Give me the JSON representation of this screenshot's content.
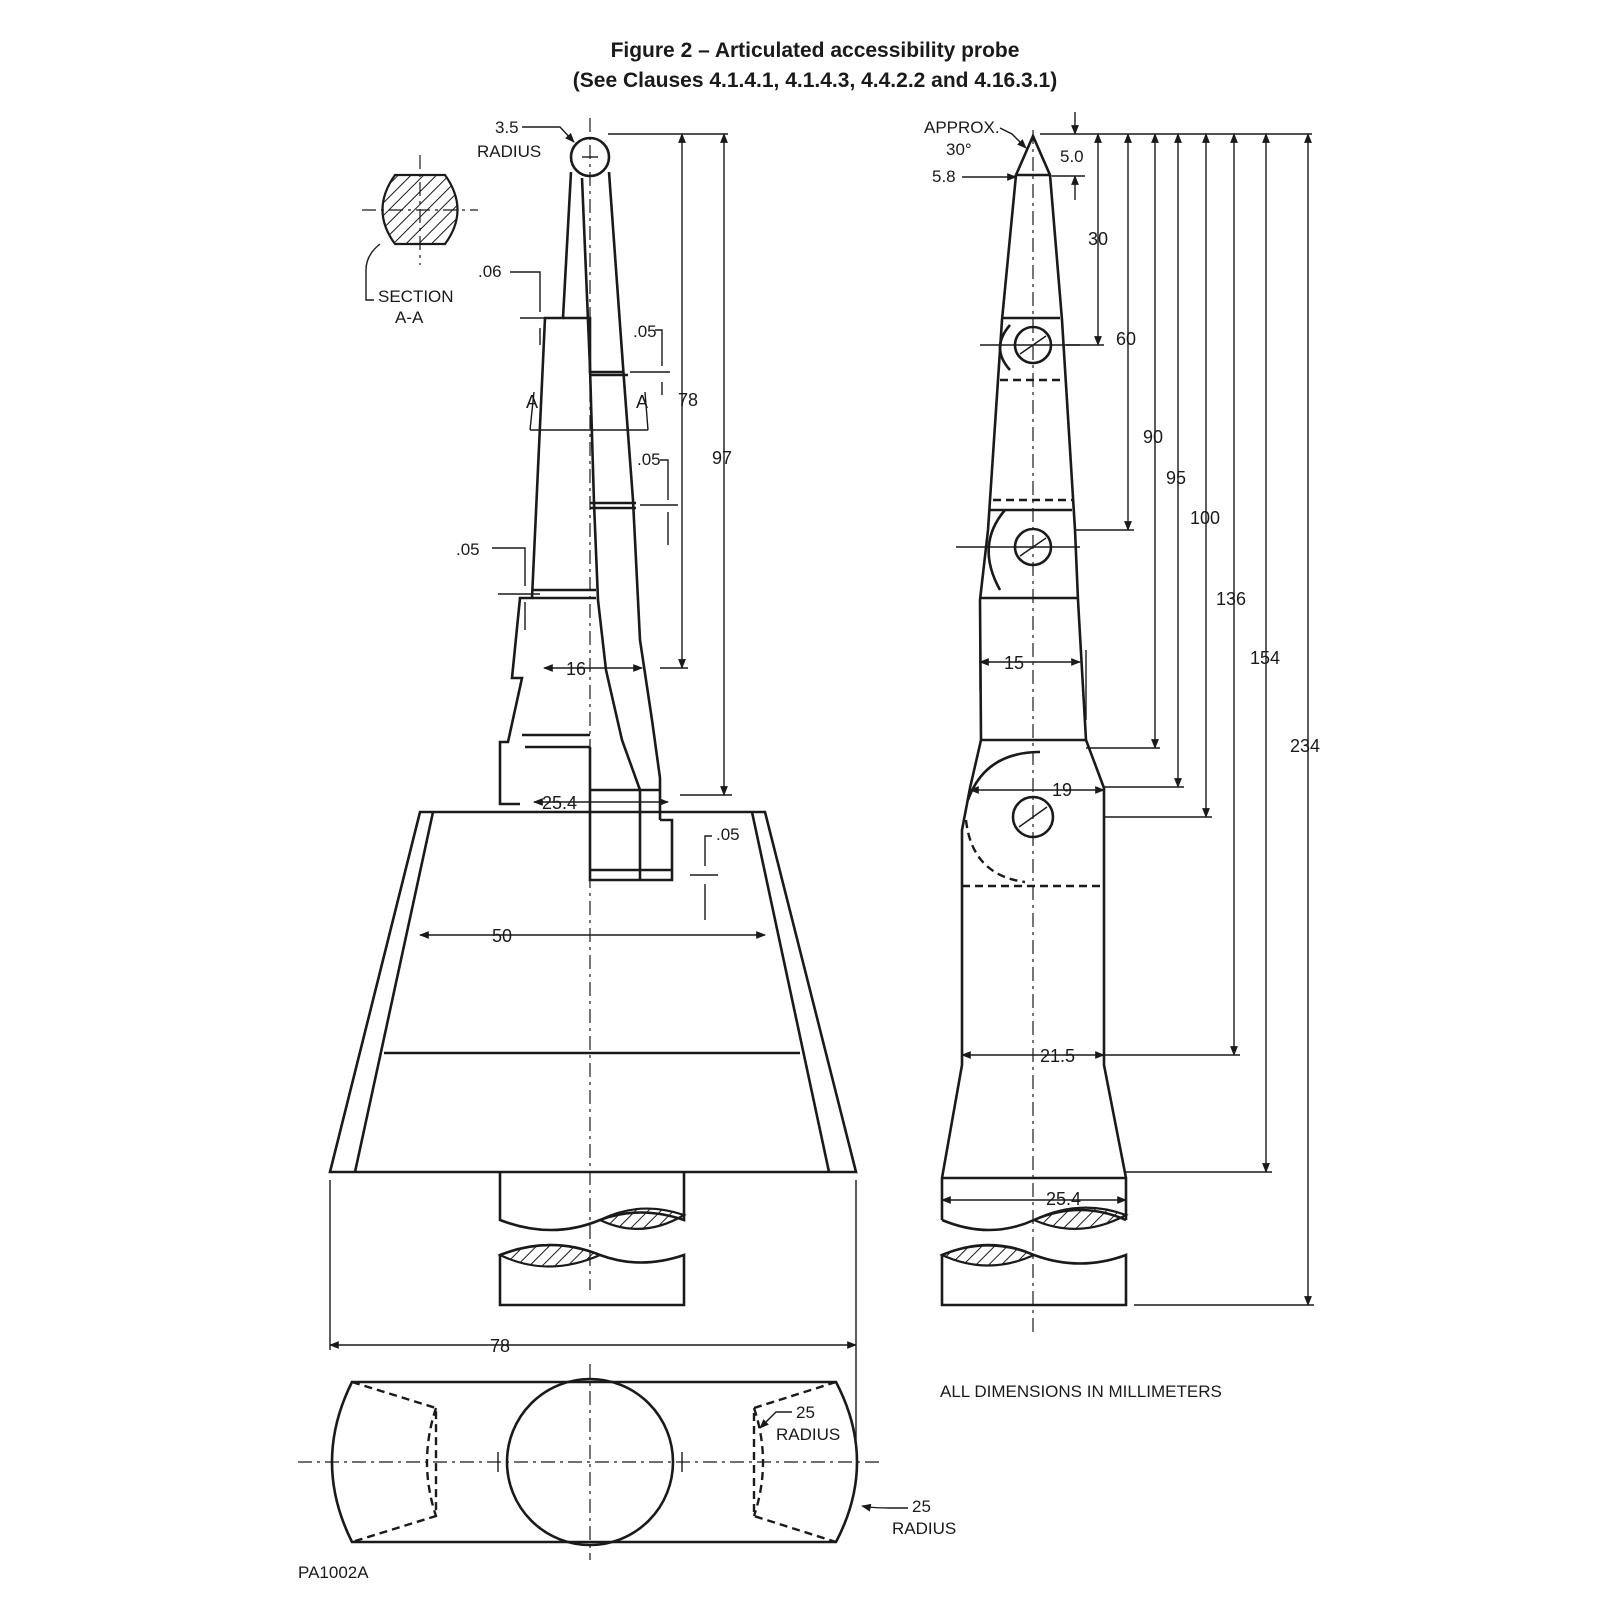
{
  "title": {
    "line1": "Figure 2 – Articulated accessibility probe",
    "line2": "(See Clauses 4.1.4.1, 4.1.4.3, 4.4.2.2 and 4.16.3.1)"
  },
  "front_view": {
    "tip_radius": "3.5",
    "tip_radius_word": "RADIUS",
    "section_label": "SECTION",
    "section_label2": "A-A",
    "section_mark_left": "A",
    "section_mark_right": "A",
    "gap_1": ".06",
    "gap_2": ".05",
    "gap_3": ".05",
    "gap_4": ".05",
    "gap_5": ".05",
    "dim_78_upper": "78",
    "dim_97": "97",
    "dim_16": "16",
    "dim_25_4": "25.4",
    "dim_50": "50",
    "dim_78_base": "78"
  },
  "side_view": {
    "approx": "APPROX.",
    "angle": "30°",
    "dim_5_0": "5.0",
    "dim_5_8": "5.8",
    "dim_30": "30",
    "dim_60": "60",
    "dim_90": "90",
    "dim_95": "95",
    "dim_100": "100",
    "dim_136": "136",
    "dim_154": "154",
    "dim_234": "234",
    "dim_15": "15",
    "dim_19": "19",
    "dim_21_5": "21.5",
    "dim_25_4": "25.4"
  },
  "bottom_view": {
    "inner_radius": "25",
    "inner_radius_word": "RADIUS",
    "outer_radius": "25",
    "outer_radius_word": "RADIUS"
  },
  "note": "ALL DIMENSIONS IN MILLIMETERS",
  "drawing_id": "PA1002A"
}
